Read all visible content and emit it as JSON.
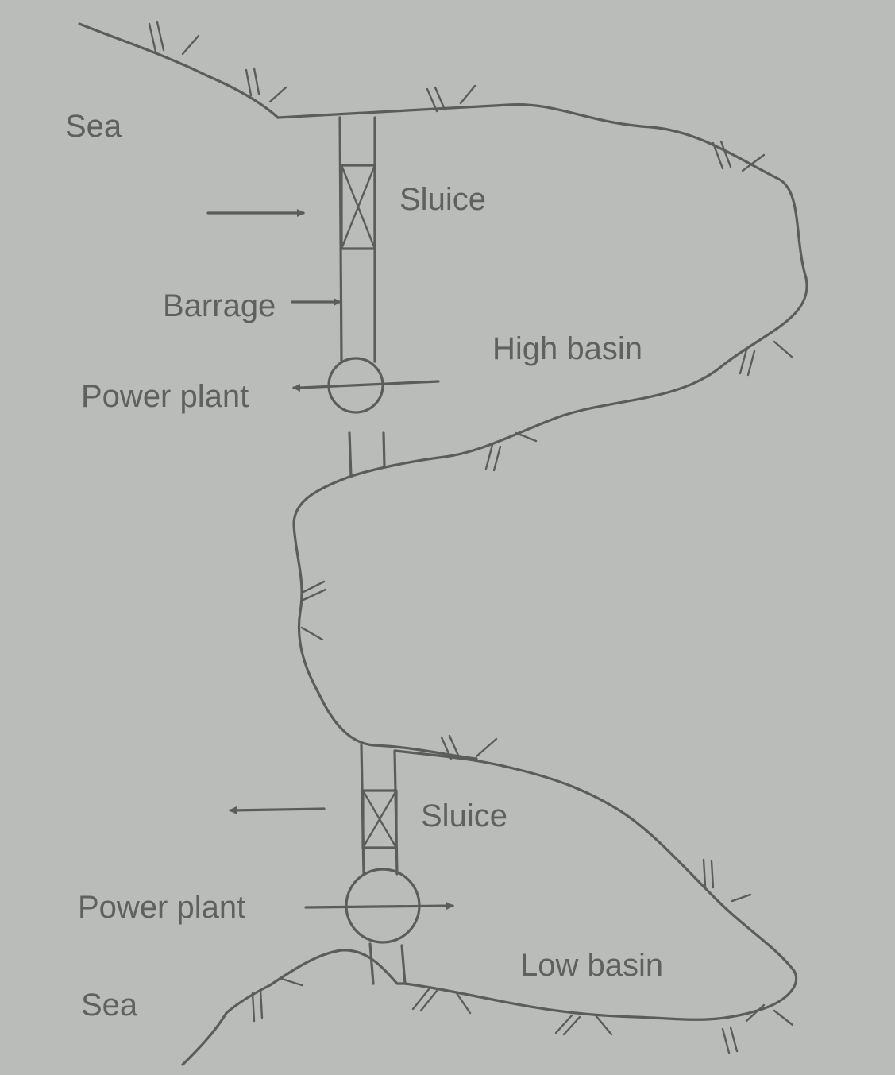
{
  "labels": {
    "sea_top": "Sea",
    "sluice_top": "Sluice",
    "barrage": "Barrage",
    "high_basin": "High basin",
    "power_plant_top": "Power plant",
    "sluice_bottom": "Sluice",
    "power_plant_bottom": "Power plant",
    "low_basin": "Low basin",
    "sea_bottom": "Sea"
  },
  "colors": {
    "paper": "#b9bcb8",
    "ink": "#5a5d5a"
  }
}
